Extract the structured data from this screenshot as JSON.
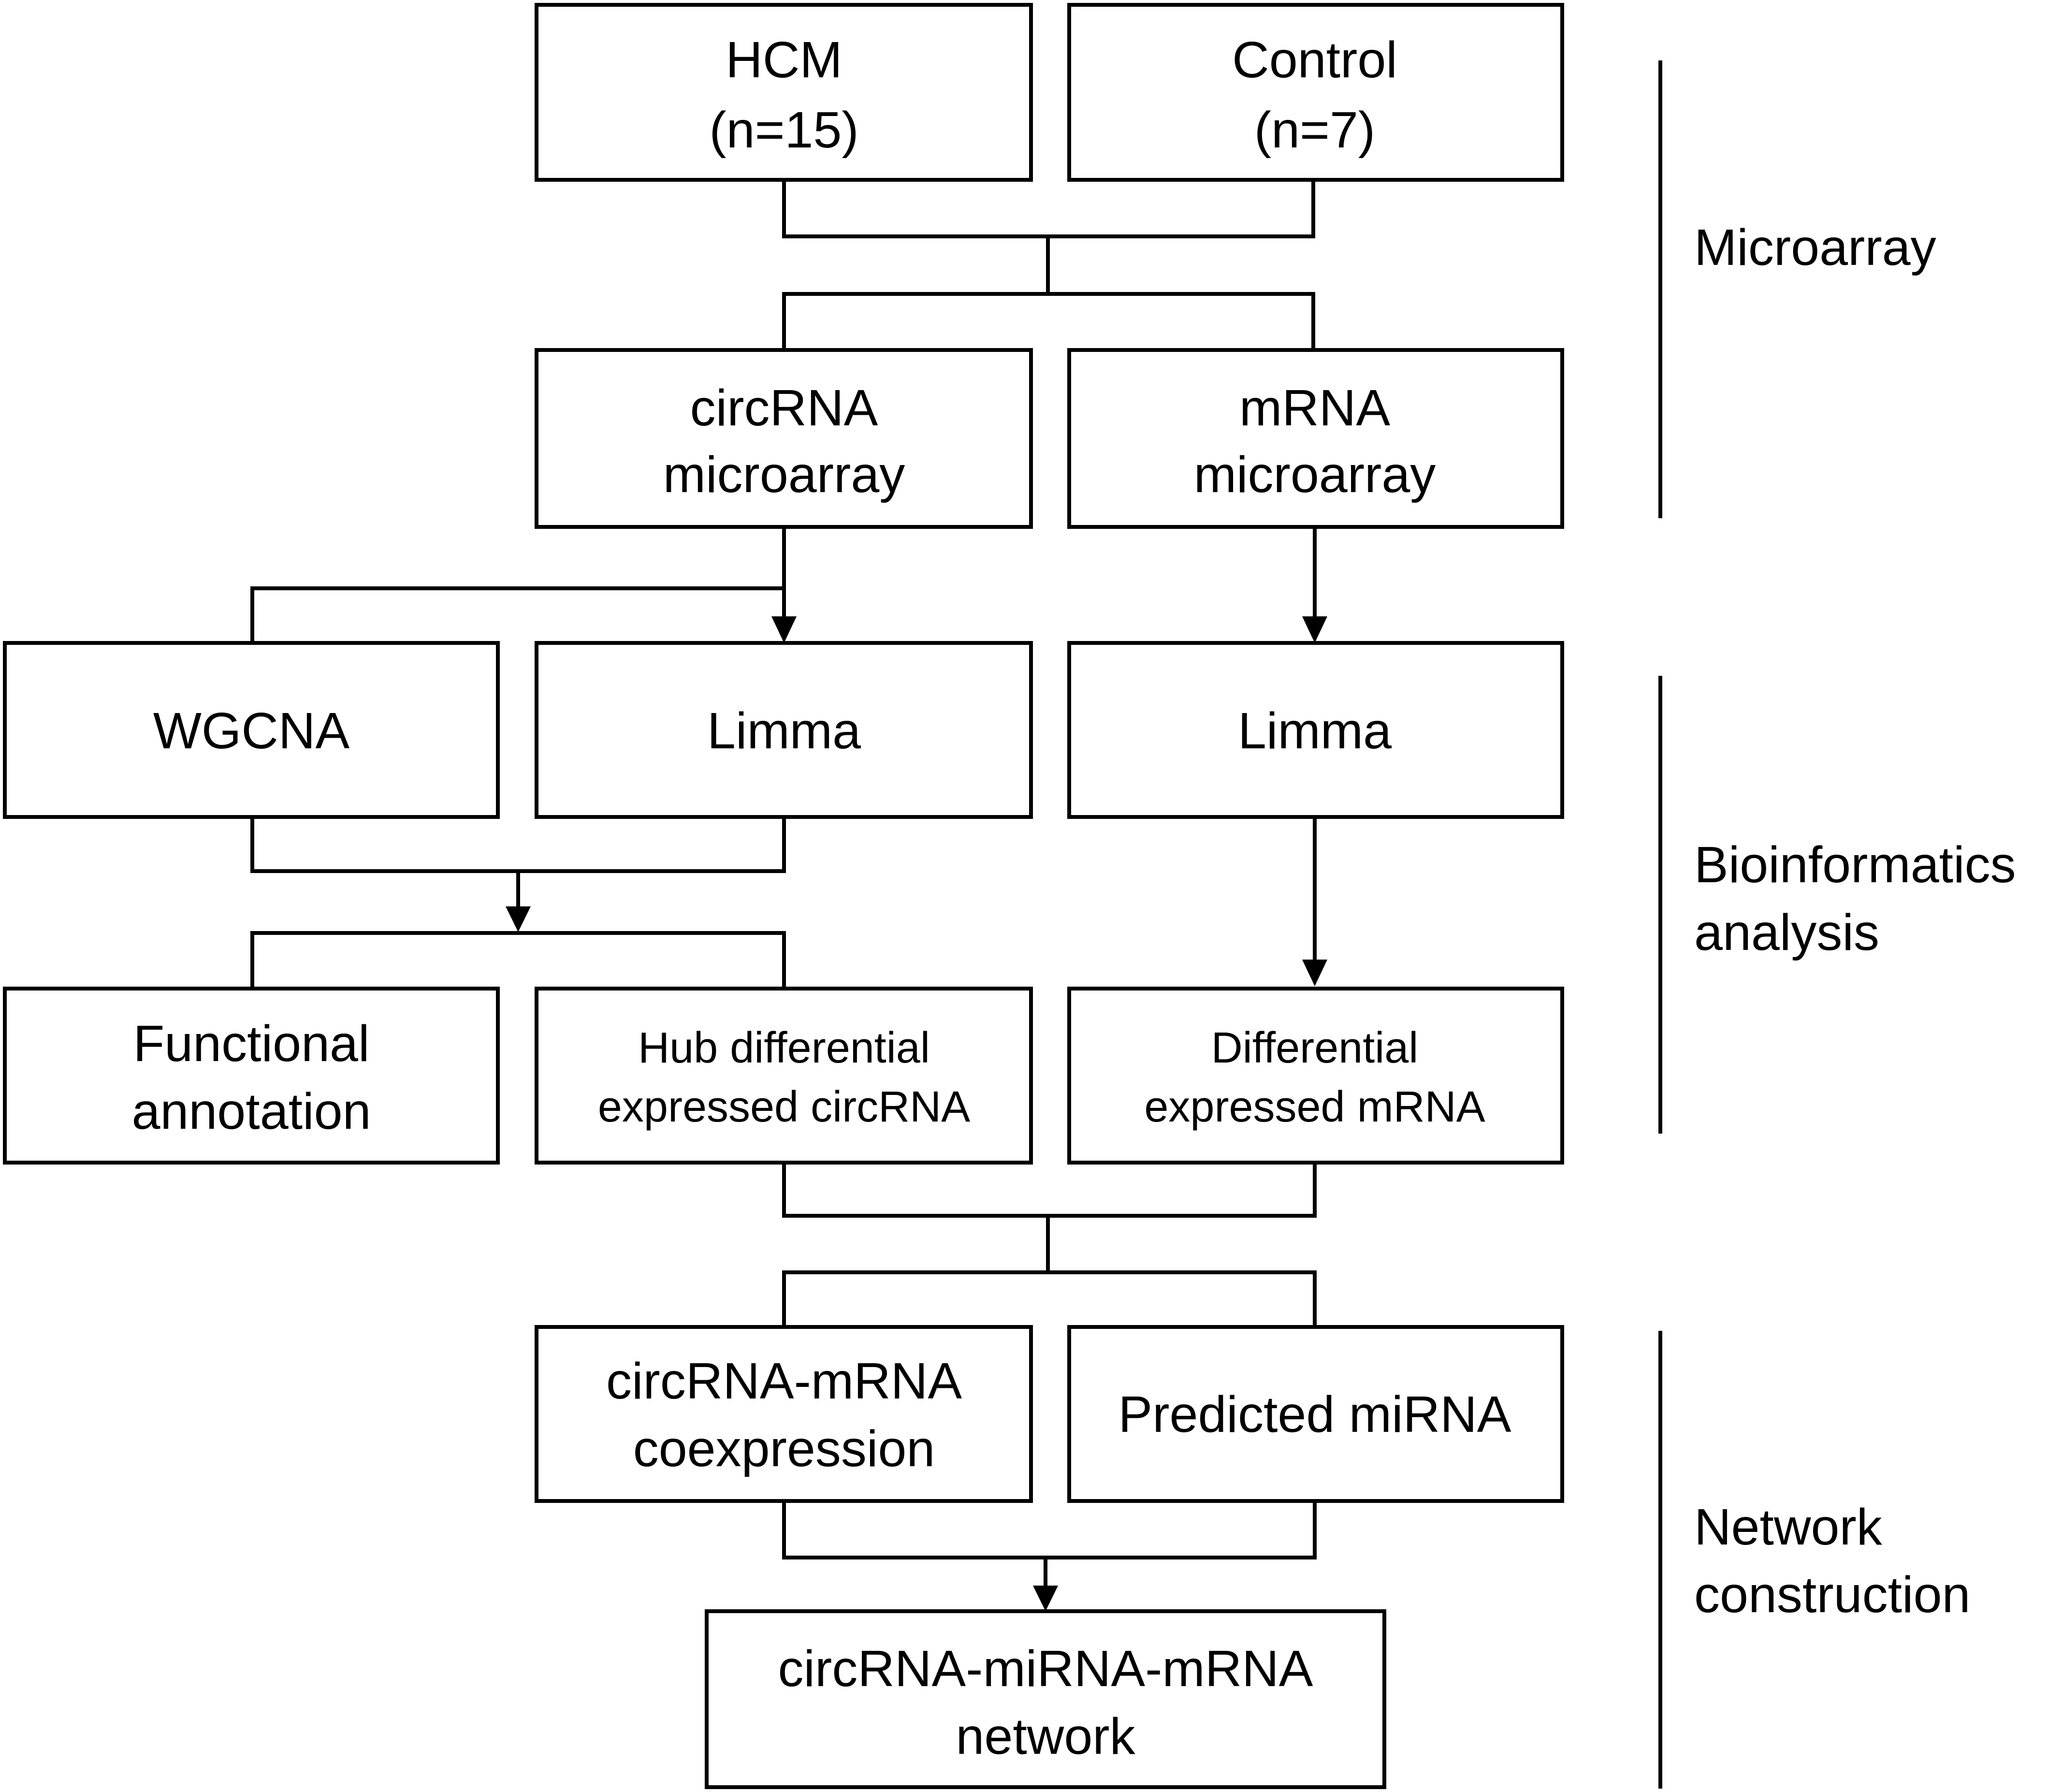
{
  "boxes": {
    "hcm": [
      "HCM",
      "(n=15)"
    ],
    "control": [
      "Control",
      "(n=7)"
    ],
    "circrna_microarray": [
      "circRNA",
      "microarray"
    ],
    "mrna_microarray": [
      "mRNA",
      "microarray"
    ],
    "wgcna": [
      "WGCNA"
    ],
    "limma_circ": [
      "Limma"
    ],
    "limma_mrna": [
      "Limma"
    ],
    "functional_annotation": [
      "Functional",
      "annotation"
    ],
    "hub_circrna": [
      "Hub differential",
      "expressed circRNA"
    ],
    "de_mrna": [
      "Differential",
      "expressed mRNA"
    ],
    "coexpression": [
      "circRNA-mRNA",
      "coexpression"
    ],
    "predicted_mirna": [
      "Predicted miRNA"
    ],
    "network": [
      "circRNA-miRNA-mRNA",
      "network"
    ]
  },
  "sections": {
    "microarray": [
      "Microarray"
    ],
    "bioinformatics": [
      "Bioinformatics",
      "analysis"
    ],
    "network": [
      "Network",
      "construction"
    ]
  }
}
